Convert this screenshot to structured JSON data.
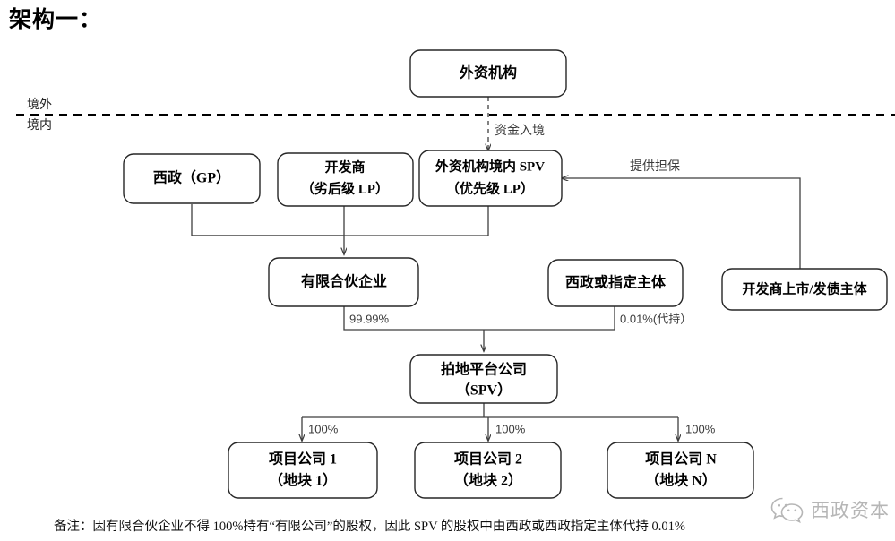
{
  "title": "架构一：",
  "zones": {
    "offshore": "境外",
    "onshore": "境内"
  },
  "nodes": {
    "foreign_institution": {
      "line1": "外资机构"
    },
    "xizheng_gp": {
      "line1": "西政（GP）"
    },
    "developer_lp": {
      "line1": "开发商",
      "line2": "（劣后级 LP）"
    },
    "onshore_spv": {
      "line1": "外资机构境内 SPV",
      "line2": "（优先级 LP）"
    },
    "limited_partnership": {
      "line1": "有限合伙企业"
    },
    "xizheng_or_designee": {
      "line1": "西政或指定主体"
    },
    "developer_listed_entity": {
      "line1": "开发商上市/发债主体"
    },
    "bidding_platform": {
      "line1": "拍地平台公司",
      "line2": "（SPV）"
    },
    "project_company_1": {
      "line1": "项目公司 1",
      "line2": "（地块 1）"
    },
    "project_company_2": {
      "line1": "项目公司 2",
      "line2": "（地块 2）"
    },
    "project_company_n": {
      "line1": "项目公司 N",
      "line2": "（地块 N）"
    }
  },
  "edges": {
    "capital_inflow": "资金入境",
    "guarantee": "提供担保",
    "lp_stake": "99.99%",
    "nominee_stake": "0.01%(代持）",
    "pc1_stake": "100%",
    "pc2_stake": "100%",
    "pcn_stake": "100%"
  },
  "footnote": "备注：因有限合伙企业不得 100%持有“有限公司”的股权，因此 SPV 的股权中由西政或西政指定主体代持 0.01%",
  "watermark": {
    "icon": "wechat-icon",
    "text": "西政资本"
  },
  "colors": {
    "box_stroke": "#262626",
    "connector": "#3f3f3f",
    "text": "#000000",
    "watermark": "#8a8a8a"
  }
}
